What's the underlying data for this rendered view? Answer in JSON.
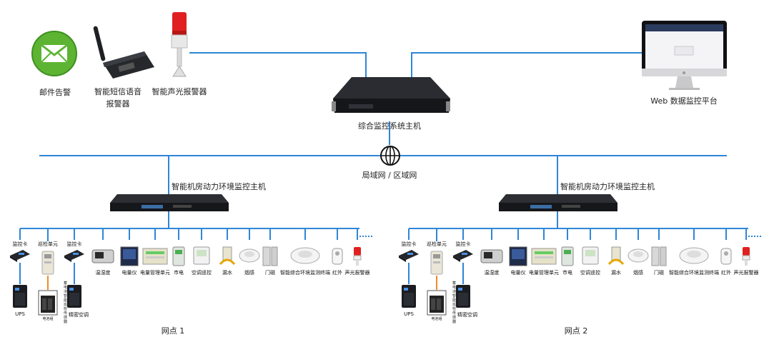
{
  "top": {
    "mail_label": "邮件告警",
    "sms_label_1": "智能短信语音",
    "sms_label_2": "报警器",
    "alarm_label": "智能声光报警器",
    "main_host_label": "综合监控系统主机",
    "web_label": "Web 数据监控平台",
    "network_label": "局域网 / 区域网"
  },
  "sites": [
    {
      "host_label": "智能机房动力环境监控主机",
      "site_label": "网点 1",
      "devices": [
        "监控卡",
        "巡检单元",
        "监控卡",
        "温湿度",
        "电量仪",
        "电量管理单元",
        "市电",
        "空调遥控",
        "漏水",
        "烟感",
        "门磁",
        "智能综合环境监测终端",
        "红外",
        "声光报警器"
      ],
      "sub_devices": [
        "UPS",
        "精密空调"
      ],
      "vertical_note": "蓄电池智能巡检传感器",
      "battery_caption": "电池组"
    },
    {
      "host_label": "智能机房动力环境监控主机",
      "site_label": "网点 2",
      "devices": [
        "监控卡",
        "巡检单元",
        "监控卡",
        "温湿度",
        "电量仪",
        "电量管理单元",
        "市电",
        "空调遥控",
        "漏水",
        "烟感",
        "门磁",
        "智能综合环境监测终端",
        "红外",
        "声光报警器"
      ],
      "sub_devices": [
        "UPS",
        "精密空调"
      ],
      "vertical_note": "蓄电池智能巡检传感器",
      "battery_caption": "电池组"
    }
  ],
  "colors": {
    "network_line": "#2f86d6",
    "mail_green": "#5cb432",
    "device_dark": "#1e2024",
    "alarm_red": "#e02020"
  }
}
